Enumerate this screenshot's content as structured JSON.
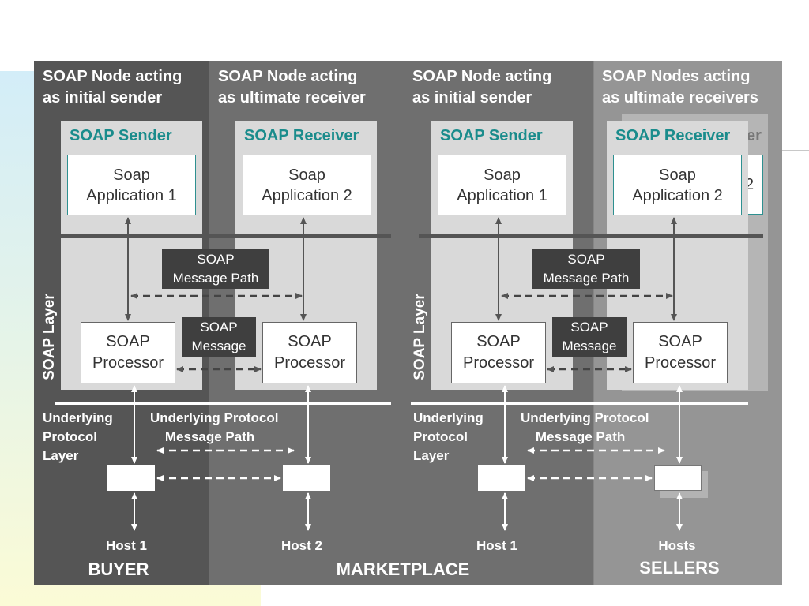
{
  "nodes": {
    "buyer_sender": "SOAP Node acting\nas initial sender",
    "market_receiver": "SOAP Node acting\nas ultimate receiver",
    "market_sender": "SOAP Node acting\nas initial sender",
    "sellers_receivers": "SOAP Nodes acting\nas ultimate receivers"
  },
  "components": {
    "sender_title": "SOAP Sender",
    "receiver_title": "SOAP Receiver",
    "receiver_shadow_fragment": "er",
    "app1": "Soap\nApplication 1",
    "app2": "Soap\nApplication 2",
    "app2_shadow_fragment": "2",
    "processor": "SOAP\nProcessor"
  },
  "labels": {
    "soap_message_path": "SOAP\nMessage Path",
    "soap_message": "SOAP\nMessage",
    "soap_layer": "SOAP Layer",
    "underlying_layer": "Underlying\nProtocol\nLayer",
    "underlying_path": "Underlying Protocol\n    Message Path"
  },
  "hosts": {
    "host1": "Host 1",
    "host2": "Host 2",
    "hosts": "Hosts"
  },
  "roles": {
    "buyer": "BUYER",
    "marketplace": "MARKETPLACE",
    "sellers": "SELLERS"
  },
  "colors": {
    "buyer_panel": "#555555",
    "marketplace_panel": "#6f6f6f",
    "sellers_panel": "#959595",
    "teal_accent": "#1a8c8c"
  }
}
